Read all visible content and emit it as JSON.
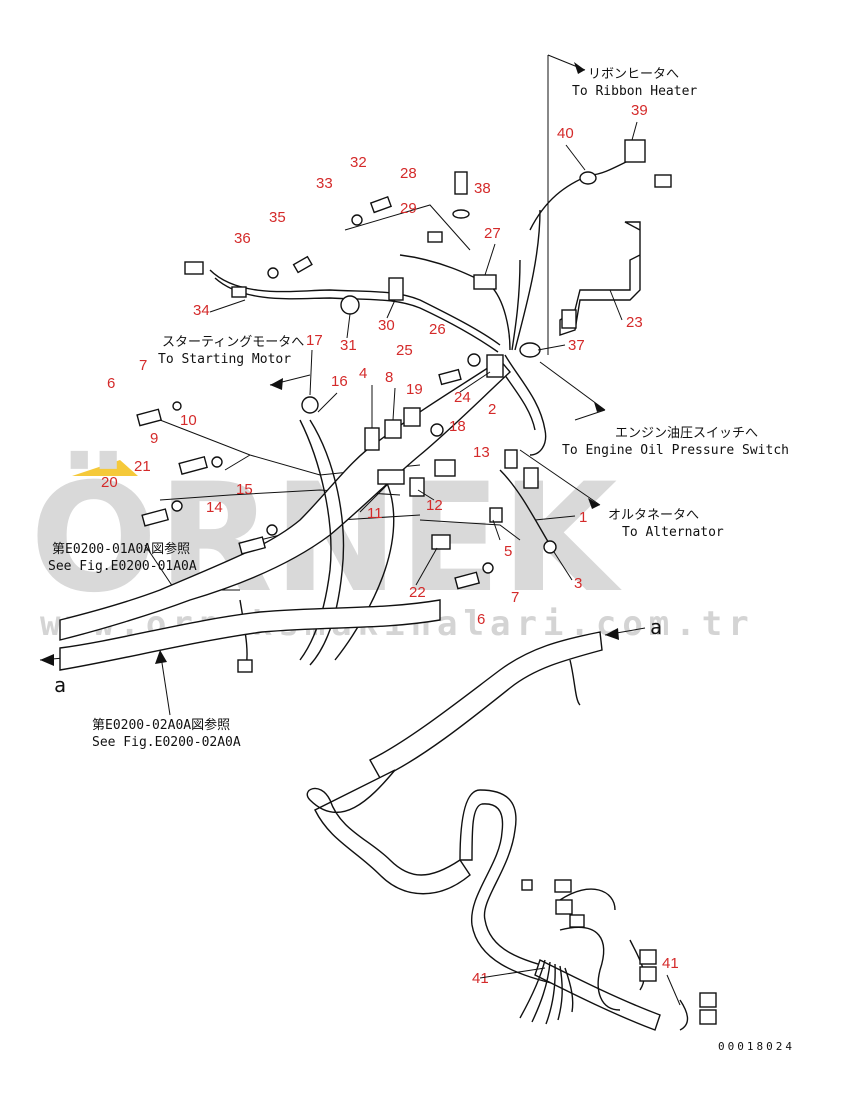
{
  "watermark": {
    "brand": "ÖRNEK",
    "url": "www.orneksmakinalari.com.tr"
  },
  "drawing_number": "00018024",
  "captions": {
    "ribbon_heater_jp": "リボンヒータへ",
    "ribbon_heater_en": "To Ribbon Heater",
    "starting_motor_jp": "スターティングモータへ",
    "starting_motor_en": "To Starting Motor",
    "oil_pressure_jp": "エンジン油圧スイッチへ",
    "oil_pressure_en": "To Engine Oil Pressure Switch",
    "alternator_jp": "オルタネータへ",
    "alternator_en": "To Alternator",
    "fig1_jp": "第E0200-01A0A図参照",
    "fig1_en": "See Fig.E0200-01A0A",
    "fig2_jp": "第E0200-02A0A図参照",
    "fig2_en": "See Fig.E0200-02A0A",
    "ref_a_left": "a",
    "ref_a_right": "a"
  },
  "callouts": [
    "1",
    "2",
    "3",
    "4",
    "5",
    "6",
    "7",
    "8",
    "9",
    "10",
    "11",
    "12",
    "13",
    "14",
    "15",
    "16",
    "17",
    "18",
    "19",
    "20",
    "21",
    "22",
    "23",
    "24",
    "25",
    "26",
    "27",
    "28",
    "29",
    "30",
    "31",
    "32",
    "33",
    "34",
    "35",
    "36",
    "37",
    "38",
    "39",
    "40",
    "41",
    "41",
    "6",
    "7"
  ]
}
